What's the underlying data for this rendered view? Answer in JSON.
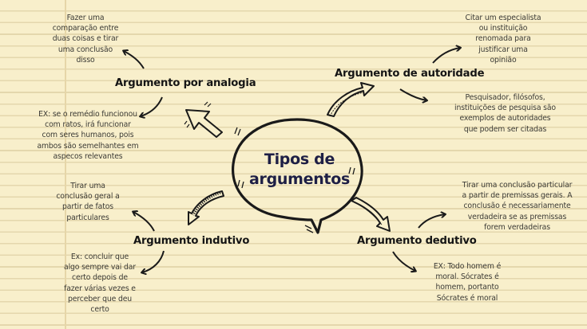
{
  "title": {
    "line1": "Tipos de",
    "line2": "argumentos"
  },
  "branches": [
    {
      "id": "analogia",
      "heading": "Argumento por analogia",
      "definition": "Fazer uma\ncomparação entre\nduas coisas e tirar\numa conclusão\ndisso",
      "example": "EX: se o remédio funcionou\ncom ratos, irá funcionar\ncom seres humanos, pois\nambos são semelhantes em\naspecos relevantes"
    },
    {
      "id": "autoridade",
      "heading": "Argumento de autoridade",
      "definition": "Citar um especialista\nou instituição\nrenomada para\njustificar uma\nopinião",
      "example": "Pesquisador, filósofos,\ninstituições de pesquisa são\nexemplos de autoridades\nque podem ser citadas"
    },
    {
      "id": "indutivo",
      "heading": "Argumento indutivo",
      "definition": "Tirar uma\nconclusão geral a\npartir de fatos\nparticulares",
      "example": "Ex: concluir que\nalgo sempre vai dar\ncerto depois de\nfazer várias vezes e\nperceber que deu\ncerto"
    },
    {
      "id": "dedutivo",
      "heading": "Argumento dedutivo",
      "definition": "Tirar uma conclusão particular\na partir de premissas gerais. A\nconclusão é necessariamente\nverdadeira se as premissas\nforem verdadeiras",
      "example": "EX: Todo homem é\nmoral. Sócrates é\nhomem, portanto\nSócrates é moral"
    }
  ],
  "colors": {
    "paper": "#f8efcb",
    "rule_lines": "#e4d7ad",
    "margin_line": "#e6d6a8",
    "ink": "#151515",
    "note_text": "#3b3a35",
    "title_text": "#1e1f45"
  }
}
